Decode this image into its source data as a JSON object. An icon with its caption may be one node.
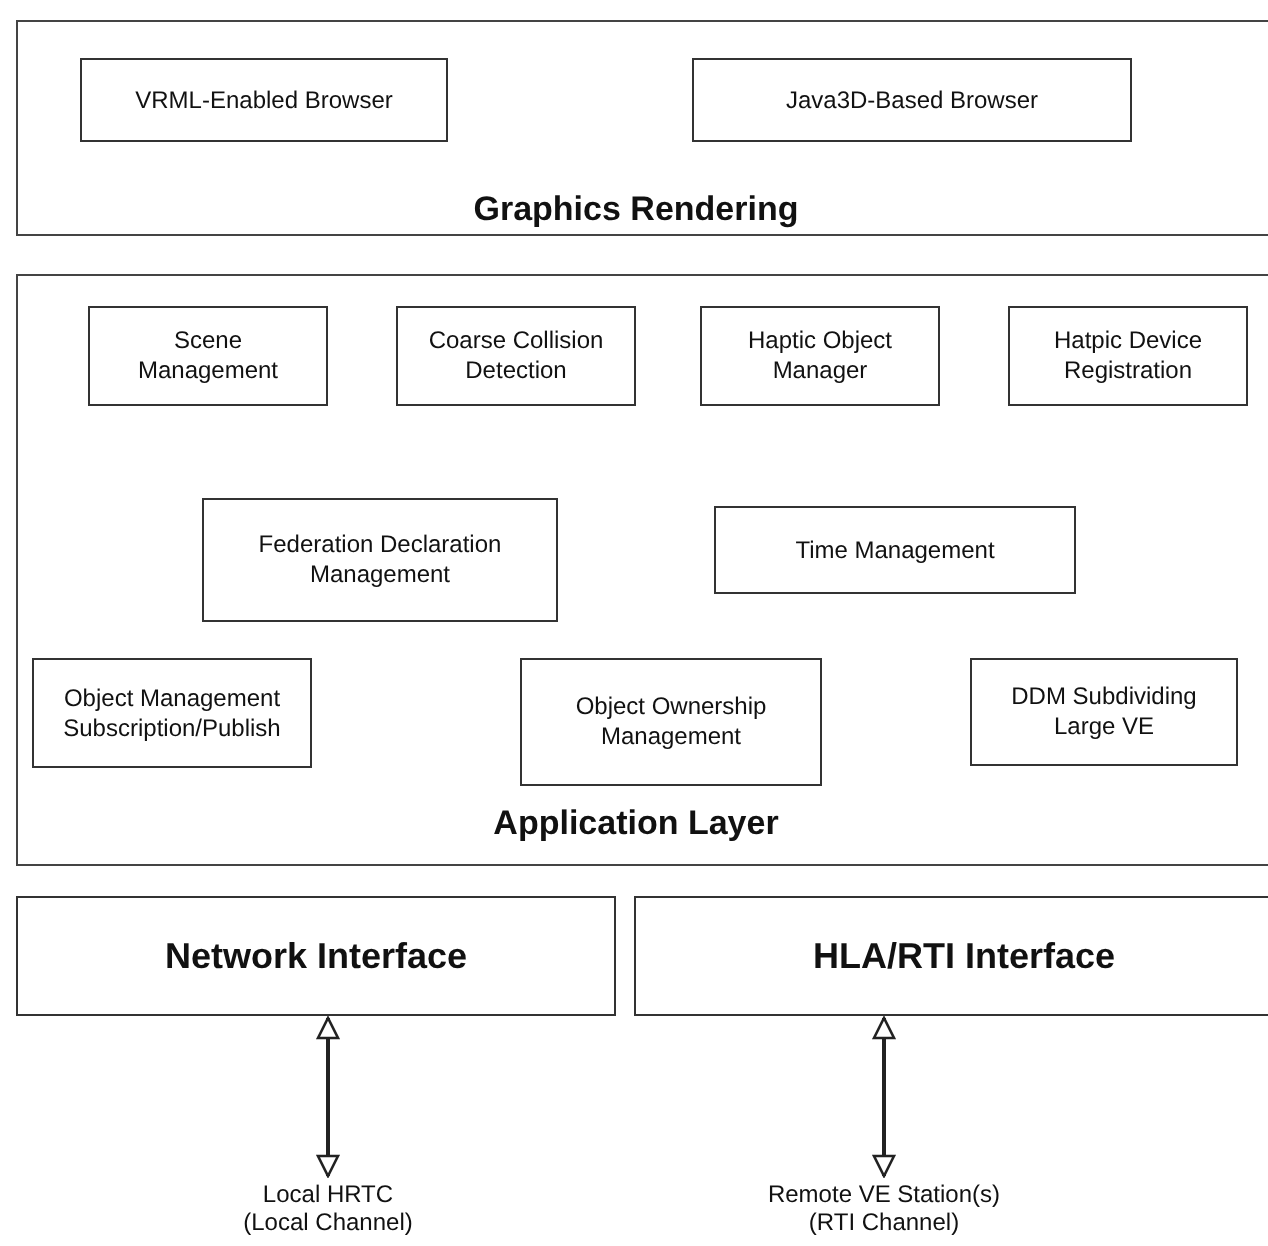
{
  "diagram": {
    "nodes": [
      {
        "text": [
          "Graphics Rendering"
        ]
      },
      {
        "text": [
          "VRML-Enabled Browser"
        ],
        "in": 0
      },
      {
        "text": [
          "Java3D-Based Browser"
        ],
        "in": 0
      },
      {
        "text": [
          "Application Layer"
        ]
      },
      {
        "text": [
          "Scene Management"
        ],
        "in": 3
      },
      {
        "text": [
          "Coarse Collision Detection"
        ],
        "in": 3
      },
      {
        "text": [
          "Haptic Object Manager"
        ],
        "in": 3
      },
      {
        "text": [
          "Hatpic Device Registration"
        ],
        "in": 3
      },
      {
        "text": [
          "Federation Declaration Management"
        ],
        "in": 3
      },
      {
        "text": [
          "Time Management"
        ],
        "in": 3
      },
      {
        "text": [
          "Object Management Subscription/Publish"
        ],
        "in": 3
      },
      {
        "text": [
          "Object Ownership Management"
        ],
        "in": 3
      },
      {
        "text": [
          "DDM Subdividing Large VE"
        ],
        "in": 3
      },
      {
        "text": [
          "Network Interface"
        ]
      },
      {
        "text": [
          "HLA/RTI Interface"
        ]
      },
      {
        "text": [
          "Local HRTC (Local Channel)"
        ]
      },
      {
        "text": [
          "Remote VE Station(s) (RTI Channel)"
        ]
      }
    ],
    "edges": [
      {
        "from": 13,
        "to": 15,
        "arrow": "both"
      },
      {
        "from": 14,
        "to": 16,
        "arrow": "both"
      }
    ]
  }
}
